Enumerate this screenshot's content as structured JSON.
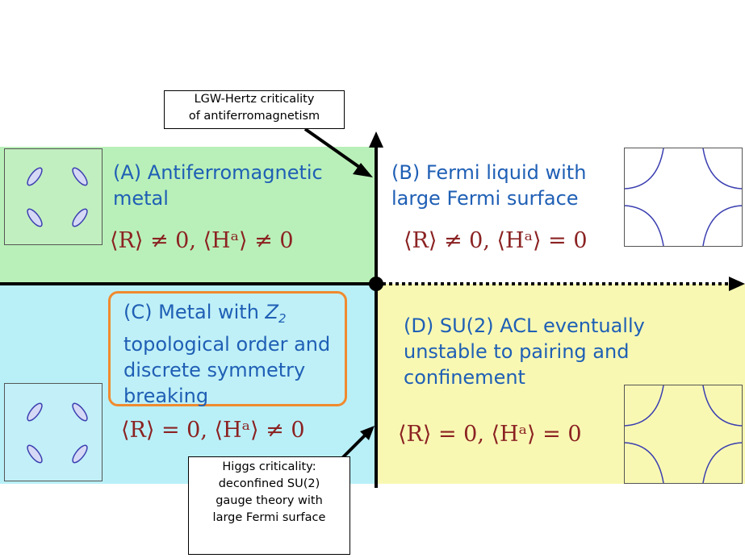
{
  "regions": {
    "A": {
      "title": "(A) Antiferromagnetic\nmetal",
      "formula": "⟨R⟩ ≠ 0,  ⟨Hᵃ⟩ ≠ 0",
      "color": "#b9f0b9"
    },
    "B": {
      "title": "(B) Fermi liquid with\nlarge Fermi surface",
      "formula": "⟨R⟩ ≠ 0,  ⟨Hᵃ⟩ = 0",
      "color": "#ffffff"
    },
    "C": {
      "title_prefix": "(C) Metal with ",
      "title_italic": "Z",
      "title_sub": "2",
      "title_rest": "\ntopological order and\ndiscrete symmetry\nbreaking",
      "formula": "⟨R⟩ = 0,  ⟨Hᵃ⟩ ≠ 0",
      "color": "#b9f0f8",
      "box_color": "#bff0f7",
      "border_color": "#f08a2e"
    },
    "D": {
      "title": "(D) SU(2) ACL eventually\nunstable to pairing and\nconfinement",
      "formula": "⟨R⟩ = 0,  ⟨Hᵃ⟩ = 0",
      "color": "#f8f8b3"
    }
  },
  "callouts": {
    "top": "LGW-Hertz criticality\nof antiferromagnetism",
    "bottom": "Higgs criticality:\ndeconfined SU(2)\ngauge theory with\nlarge Fermi surface"
  },
  "colors": {
    "title_text": "#1f5fb5",
    "formula_text": "#8b2222",
    "pocket_fill": "#d6d9f5",
    "pocket_stroke": "#3b3fb0",
    "axis": "#000000"
  },
  "icons": {
    "small_pockets": "hole-pocket-fermi-surface-icon",
    "large_fs": "large-fermi-surface-icon"
  }
}
